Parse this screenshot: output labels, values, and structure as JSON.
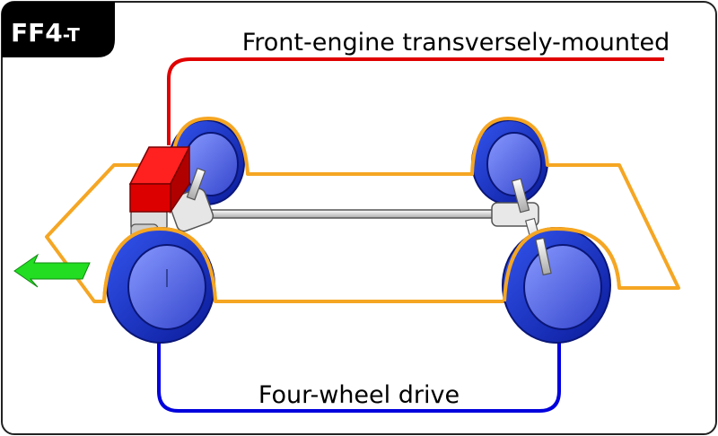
{
  "badge": {
    "main": "FF4",
    "suffix": "-T"
  },
  "labels": {
    "engine": "Front-engine transversely-mounted",
    "drive": "Four-wheel drive"
  },
  "colors": {
    "frame": "#f5a623",
    "engine_line": "#e00000",
    "drive_line": "#0000dd",
    "arrow": "#22dd22",
    "engine_block": "#e00000",
    "tire": "#1133dd",
    "hub": "#5577ee",
    "badge_bg": "#000000"
  },
  "icons": {
    "direction": "arrow-left-icon",
    "engine": "engine-block-icon",
    "wheel": "wheel-icon"
  }
}
